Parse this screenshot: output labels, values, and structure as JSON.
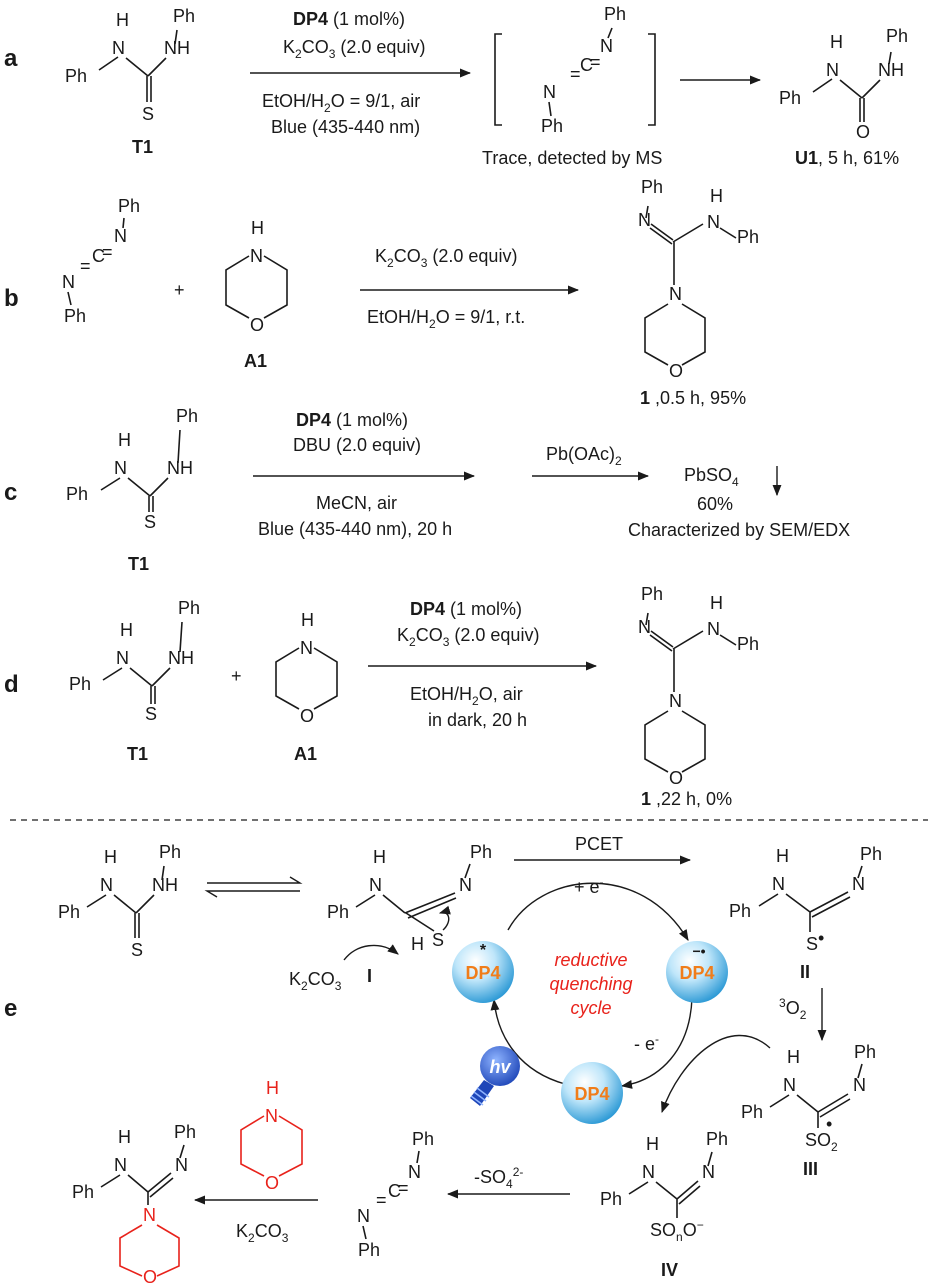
{
  "panels": {
    "a": "a",
    "b": "b",
    "c": "c",
    "d": "d",
    "e": "e"
  },
  "atoms": {
    "Ph": "Ph",
    "H": "H",
    "N": "N",
    "NH": "NH",
    "S": "S",
    "O": "O",
    "C": "C",
    "eq": "=",
    "SO2": "SO",
    "sub2": "2",
    "SOn": "SO",
    "subn": "n",
    "Ominus": "O",
    "minus": "−"
  },
  "labels": {
    "T1": "T1",
    "A1": "A1",
    "U1": "U1",
    "I": "I",
    "II": "II",
    "III": "III",
    "IV": "IV",
    "U1_result": ", 5 h, 61%",
    "trace": "Trace, detected by MS",
    "p1_b": "1",
    "res_b": " ,0.5 h, 95%",
    "p1_d": "1",
    "res_d": " ,22 h, 0%"
  },
  "conditions": {
    "dp4": "DP4",
    "mol1": " (1 mol%)",
    "k2co3_a": "K",
    "k2co3_b": "2",
    "k2co3_c": "CO",
    "k2co3_d": "3",
    "k2co3_e": " (2.0 equiv)",
    "a_line3": "EtOH/H",
    "a_line3b": "2",
    "a_line3c": "O = 9/1, air",
    "a_line4": "Blue (435-440 nm)",
    "b_line2": "EtOH/H",
    "b_line2b": "2",
    "b_line2c": "O = 9/1, r.t.",
    "c_line2": "DBU (2.0 equiv)",
    "c_line3": "MeCN, air",
    "c_line4": "Blue (435-440 nm), 20 h",
    "c_pb": "Pb(OAc)",
    "c_pb_sub": "2",
    "c_pbso4": "PbSO",
    "c_pbso4_sub": "4",
    "c_yield": "60%",
    "c_char": "Characterized by SEM/EDX",
    "d_line3": "EtOH/H",
    "d_line3b": "2",
    "d_line3c": "O, air",
    "d_line4": "in dark, 20 h"
  },
  "mechanism": {
    "pcet": "PCET",
    "plus_e": "+ e",
    "minus_e": "- e",
    "e_sup": "-",
    "cycle_line1": "reductive",
    "cycle_line2": "quenching",
    "cycle_line3": "cycle",
    "star": "*",
    "radical_anion": "−•",
    "o2_sup": "3",
    "o2": "O",
    "o2_sub": "2",
    "so4": "-SO",
    "so4_sub": "4",
    "so4_sup": "2-",
    "k2co3_left": "K",
    "k2co3_left_sub": "2",
    "k2co3_left_co": "CO",
    "k2co3_left_sub2": "3",
    "hv": "hv"
  },
  "colors": {
    "ink": "#1a1a1a",
    "accent_red": "#e8221b",
    "dp4_orange": "#f07d1a",
    "sphere_light": "#e9f6fd",
    "sphere_dark": "#3aa6dc",
    "bulb_blue": "#2a58c9"
  }
}
